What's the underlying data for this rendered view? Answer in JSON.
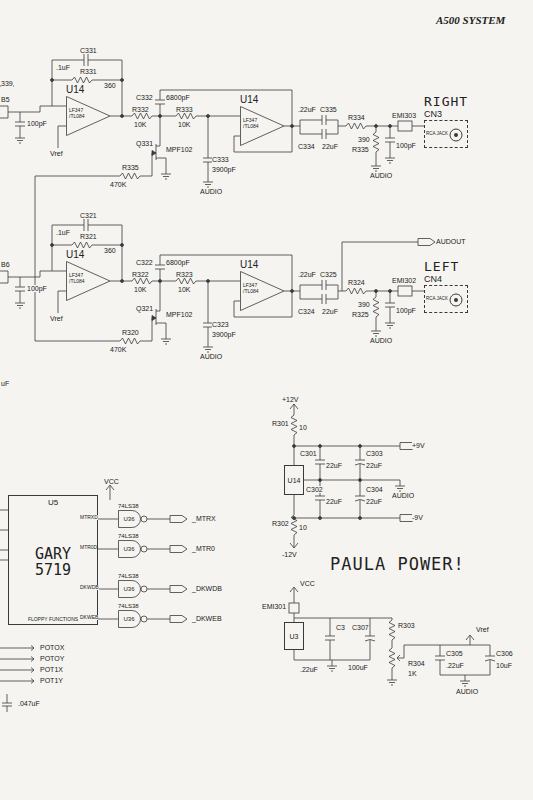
{
  "diagram": {
    "title": "A500 SYSTEM",
    "nodes": [
      {
        "text": [
          "U14",
          "LF347 /TL084"
        ]
      },
      {
        "text": [
          "U14",
          "LF347 /TL084"
        ]
      },
      {
        "text": [
          "RIGHT",
          "CN3",
          "RCA JACK"
        ]
      },
      {
        "text": [
          "U14",
          "LF347 /TL084"
        ]
      },
      {
        "text": [
          "U14",
          "LF347 /TL084"
        ]
      },
      {
        "text": [
          "LEFT",
          "CN4",
          "RCA JACK"
        ]
      },
      {
        "text": [
          "U5",
          "GARY 5719",
          "FLOPPY FUNCTIONS"
        ]
      },
      {
        "text": [
          "74LS38",
          "U36"
        ]
      },
      {
        "text": [
          "74LS38",
          "U36"
        ]
      },
      {
        "text": [
          "74LS38",
          "U36"
        ]
      },
      {
        "text": [
          "74LS38",
          "U36"
        ]
      },
      {
        "text": [
          "U14"
        ]
      },
      {
        "text": [
          "U3"
        ]
      }
    ],
    "edges": [
      {
        "from": 6,
        "to": 7,
        "arrow": "none"
      },
      {
        "from": 6,
        "to": 8,
        "arrow": "none"
      },
      {
        "from": 6,
        "to": 9,
        "arrow": "none"
      },
      {
        "from": 6,
        "to": 10,
        "arrow": "none"
      }
    ],
    "labels": [
      "B5",
      "100pF",
      "C331",
      ".1uF",
      "R331",
      "360",
      "Vref",
      "C332",
      "6800pF",
      "R332",
      "10K",
      "R333",
      "10K",
      "Q331",
      "MPF102",
      "C333",
      "3900pF",
      "R335",
      "470K",
      ".22uF",
      "C335",
      "C334",
      "22uF",
      "R334",
      "EMI303",
      "100pF",
      "390",
      "R335",
      "AUDIO",
      "AUDIO",
      "B6",
      "100pF",
      "C321",
      ".1uF",
      "R321",
      "360",
      "Vref",
      "C322",
      "6800pF",
      "R322",
      "10K",
      "R323",
      "10K",
      "Q321",
      "MPF102",
      "C323",
      "3900pF",
      "R320",
      "470K",
      ".22uF",
      "C325",
      "C324",
      "22uF",
      "R324",
      "EMI302",
      "100pF",
      "390",
      "R325",
      "AUDIO",
      "AUDIO",
      "339",
      "uF",
      "AUDOUT",
      "+12V",
      "R301",
      "10",
      "+9V",
      "C301",
      "22uF",
      "C303",
      "22uF",
      "C302",
      "22uF",
      "C304",
      "22uF",
      "AUDIO",
      "-9V",
      "R302",
      "10",
      "-12V",
      "PAULA POWER!",
      "VCC",
      "EMI301",
      "C3",
      "C307",
      ".22uF",
      "100uF",
      "R303",
      "R304",
      "1K",
      "Vref",
      "C305",
      "C306",
      ".22uF",
      "10uF",
      "AUDIO",
      "VCC",
      "MTRXD",
      "MTR0D",
      "DKWDB",
      "DKWEB",
      "_MTRX",
      "_MTR0",
      "_DKWDB",
      "_DKWEB",
      "POTOX",
      "POTOY",
      "POT1X",
      "POT1Y",
      ".047uF"
    ]
  }
}
